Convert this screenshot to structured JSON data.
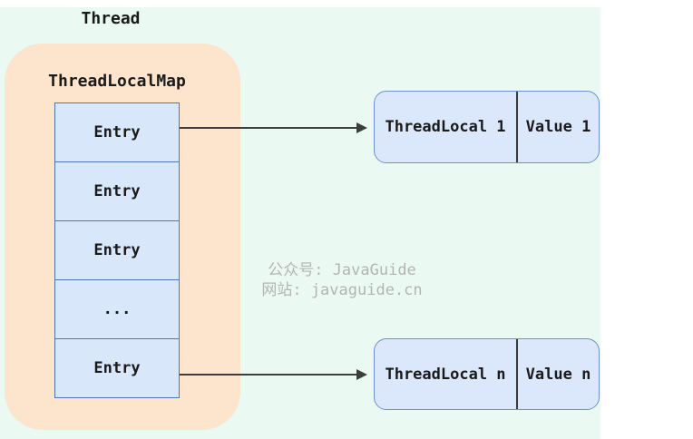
{
  "diagram": {
    "thread_label": "Thread",
    "map_label": "ThreadLocalMap",
    "entries": [
      "Entry",
      "Entry",
      "Entry",
      "...",
      "Entry"
    ],
    "pairs": [
      {
        "key": "ThreadLocal 1",
        "value": "Value 1"
      },
      {
        "key": "ThreadLocal n",
        "value": "Value n"
      }
    ],
    "watermark": {
      "line1": "公众号: JavaGuide",
      "line2": "网站: javaguide.cn"
    },
    "colors": {
      "canvas": "#eafaf2",
      "thread_box": "#fde4cd",
      "cell_fill": "#d9e7fa",
      "cell_border": "#4d77ba",
      "pair_fill": "#dbe8fb",
      "rounded_border": "#6e92cd",
      "divider": "#3a3a3a",
      "arrow": "#3d3d3d",
      "text": "#1a1a1a",
      "watermark": "#b4b4b4"
    }
  }
}
